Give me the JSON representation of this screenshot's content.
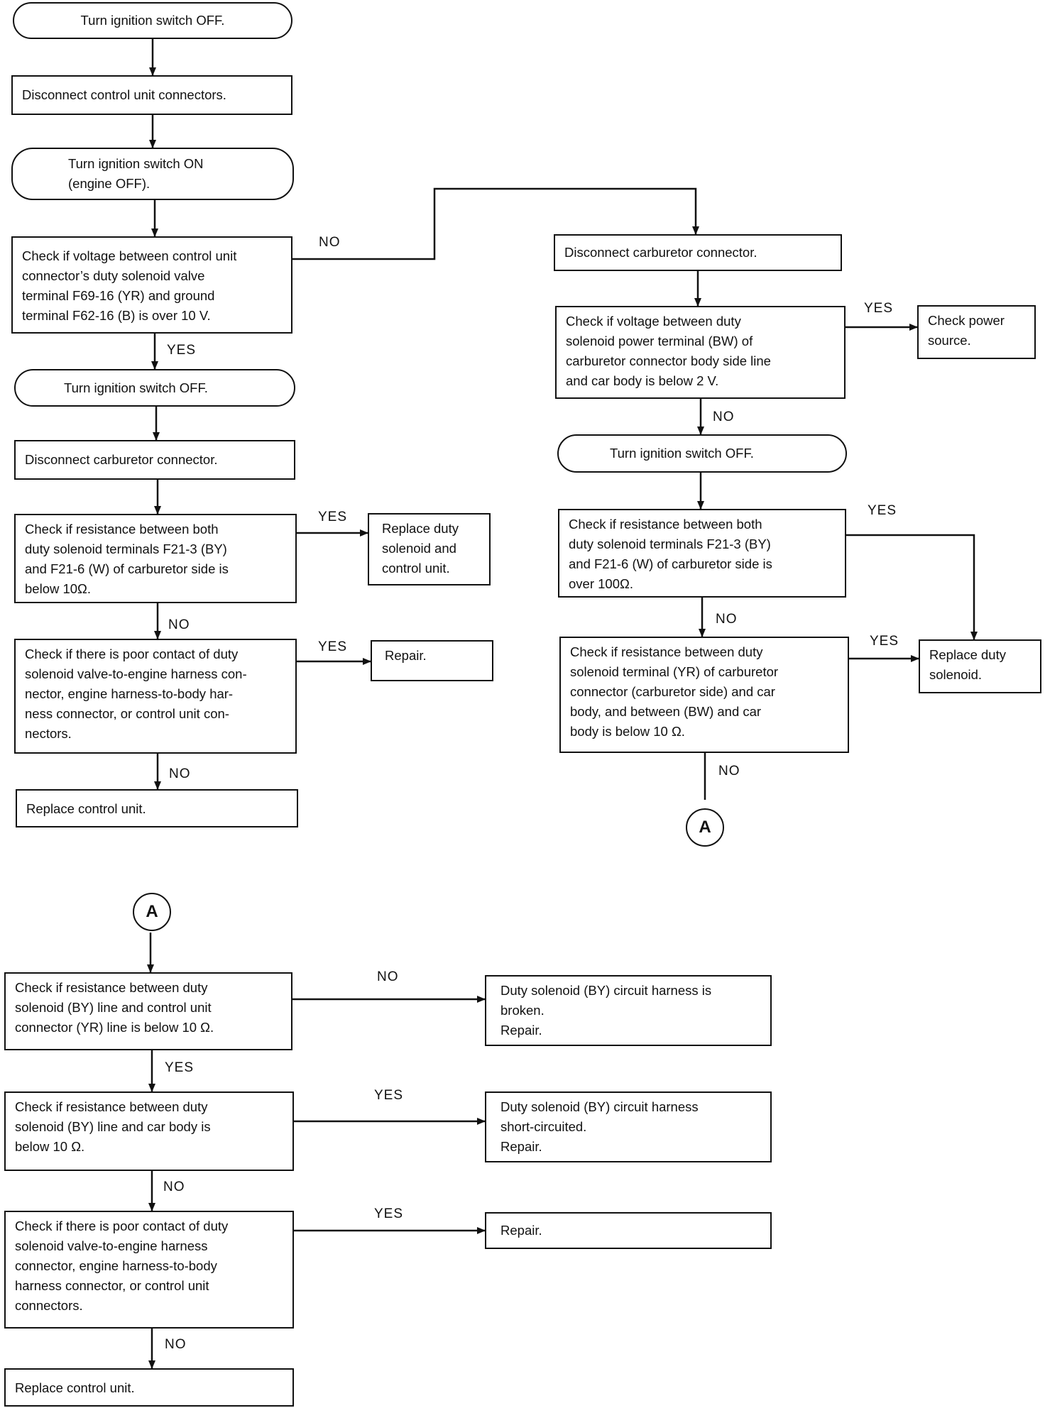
{
  "left_flow": {
    "ign_off_1": "Turn ignition switch OFF.",
    "disconnect_cu": "Disconnect control unit connectors.",
    "ign_on": "Turn ignition switch ON\n(engine OFF).",
    "check_voltage": "Check if voltage between control unit\nconnector’s duty solenoid valve\nterminal F69-16 (YR) and ground\nterminal F62-16 (B) is over 10 V.",
    "ign_off_2": "Turn ignition switch OFF.",
    "disconnect_carb": "Disconnect carburetor connector.",
    "check_resistance_below": "Check if resistance between both\nduty solenoid terminals F21-3 (BY)\nand F21-6 (W) of carburetor side is\nbelow 10Ω.",
    "replace_solenoid_cu": "Replace duty\nsolenoid and\ncontrol unit.",
    "check_contact": "Check if there is poor contact of duty\nsolenoid valve-to-engine harness con-\nnector, engine harness-to-body har-\nness connector, or control unit con-\nnectors.",
    "repair": "Repair.",
    "replace_cu": "Replace control unit."
  },
  "right_flow": {
    "disconnect_carb": "Disconnect carburetor connector.",
    "check_voltage_power": "Check if voltage between duty\nsolenoid power terminal (BW) of\ncarburetor connector body side line\nand car body is below 2 V.",
    "check_power_source": "Check power\nsource.",
    "ign_off": "Turn ignition switch OFF.",
    "check_resistance_over": "Check if resistance between both\nduty solenoid terminals F21-3 (BY)\nand F21-6 (W) of carburetor side is\nover 100Ω.",
    "check_resistance_yr": "Check if resistance between duty\nsolenoid terminal (YR) of carburetor\nconnector (carburetor side) and car\nbody, and between (BW) and car\nbody is below 10 Ω.",
    "replace_solenoid": "Replace duty\nsolenoid."
  },
  "bottom_flow": {
    "check_by_yr": "Check if resistance between duty\nsolenoid (BY) line and control unit\nconnector (YR) line is below 10 Ω.",
    "broken": "Duty solenoid (BY) circuit harness is\nbroken.\nRepair.",
    "check_by_body": "Check if resistance between duty\nsolenoid (BY) line and car body is\nbelow 10 Ω.",
    "short": "Duty solenoid (BY) circuit harness\nshort-circuited.\nRepair.",
    "check_contact": "Check if there is poor contact of duty\nsolenoid valve-to-engine harness\nconnector, engine harness-to-body\nharness connector, or control unit\nconnectors.",
    "repair": "Repair.",
    "replace_cu": "Replace control unit."
  },
  "labels": {
    "yes": "YES",
    "no": "NO",
    "connector": "A"
  }
}
